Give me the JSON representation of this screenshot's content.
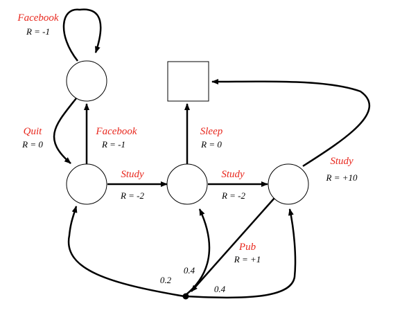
{
  "colors": {
    "action": "#e8281e",
    "stroke": "#000000",
    "background": "#ffffff"
  },
  "states": {
    "class1": {
      "shape": "circle"
    },
    "class2": {
      "shape": "circle"
    },
    "class3": {
      "shape": "circle"
    },
    "facebook_state": {
      "shape": "circle"
    },
    "sleep_terminal": {
      "shape": "square"
    },
    "pub_chance_node": {
      "shape": "dot"
    }
  },
  "labels": {
    "facebook_loop": {
      "action": "Facebook",
      "reward": "R = -1"
    },
    "quit": {
      "action": "Quit",
      "reward": "R = 0"
    },
    "facebook": {
      "action": "Facebook",
      "reward": "R = -1"
    },
    "study_1": {
      "action": "Study",
      "reward": "R = -2"
    },
    "study_2": {
      "action": "Study",
      "reward": "R = -2"
    },
    "sleep": {
      "action": "Sleep",
      "reward": "R = 0"
    },
    "study_3": {
      "action": "Study",
      "reward": "R = +10"
    },
    "pub": {
      "action": "Pub",
      "reward": "R = +1"
    }
  },
  "probabilities": {
    "to_class1": "0.2",
    "to_class2": "0.4",
    "to_class3": "0.4"
  }
}
